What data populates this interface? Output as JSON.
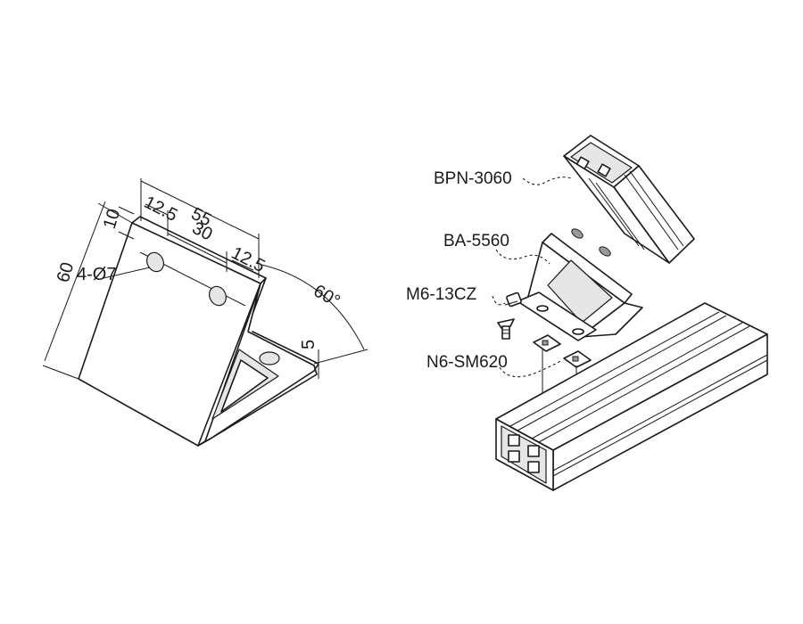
{
  "dimensions": {
    "d55": "55",
    "d12_5_left": "12.5",
    "d30": "30",
    "d12_5_right": "12.5",
    "d10": "10",
    "d60": "60",
    "holes": "4-Ø7",
    "angle": "60°",
    "d5": "5"
  },
  "parts": {
    "profile_top": "BPN-3060",
    "bracket": "BA-5560",
    "screw": "M6-13CZ",
    "nut": "N6-SM620"
  }
}
